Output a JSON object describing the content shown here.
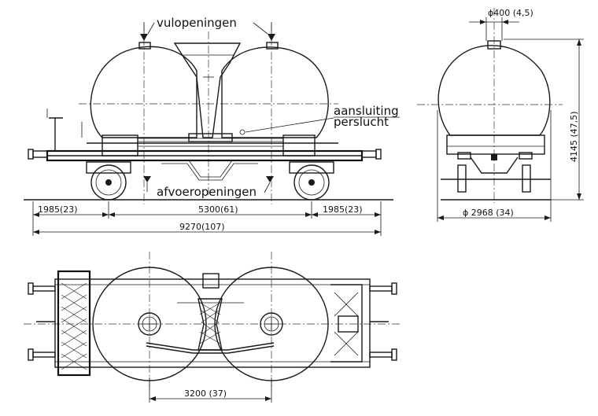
{
  "labels": {
    "filling_openings": "vulopeningen",
    "discharge_openings": "afvoeropeningen",
    "air_connection_line1": "aansluiting",
    "air_connection_line2": "perslucht"
  },
  "dimensions": {
    "overhang_left": "1985(23)",
    "wheelbase": "5300(61)",
    "overhang_right": "1985(23)",
    "total_length": "9270(107)",
    "opening_diameter": "ϕ400 (4,5)",
    "height": "4145 (47,5)",
    "tank_diameter": "ϕ 2968 (34)",
    "tank_spacing": "3200 (37)"
  }
}
